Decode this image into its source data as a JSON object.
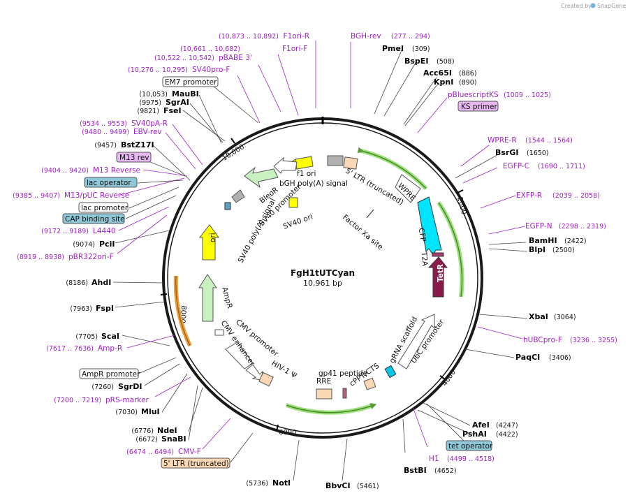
{
  "credit": {
    "prefix": "Created by",
    "brand": "SnapGene"
  },
  "plasmid": {
    "name": "FgH1tUTCyan",
    "size": "10,961 bp"
  },
  "ticks": [
    "2000",
    "4000",
    "6000",
    "8000",
    "10,000"
  ],
  "enzymes": [
    {
      "name": "PmeI",
      "pos": "(309)"
    },
    {
      "name": "BspEI",
      "pos": "(508)"
    },
    {
      "name": "Acc65I",
      "pos": "(886)"
    },
    {
      "name": "KpnI",
      "pos": "(890)"
    },
    {
      "name": "BsrGI",
      "pos": "(1650)"
    },
    {
      "name": "BamHI",
      "pos": "(2422)"
    },
    {
      "name": "BlpI",
      "pos": "(2500)"
    },
    {
      "name": "XbaI",
      "pos": "(3064)"
    },
    {
      "name": "PaqCI",
      "pos": "(3406)"
    },
    {
      "name": "AfeI",
      "pos": "(4247)"
    },
    {
      "name": "PshAI",
      "pos": "(4422)"
    },
    {
      "name": "BstBI",
      "pos": "(4652)"
    },
    {
      "name": "BbvCI",
      "pos": "(5461)"
    },
    {
      "name": "NotI",
      "pos": "(5736)"
    },
    {
      "name": "SnaBI",
      "pos": "(6672)"
    },
    {
      "name": "NdeI",
      "pos": "(6776)"
    },
    {
      "name": "MluI",
      "pos": "(7030)"
    },
    {
      "name": "SgrDI",
      "pos": "(7260)"
    },
    {
      "name": "ScaI",
      "pos": "(7705)"
    },
    {
      "name": "FspI",
      "pos": "(7963)"
    },
    {
      "name": "AhdI",
      "pos": "(8186)"
    },
    {
      "name": "PciI",
      "pos": "(9074)"
    },
    {
      "name": "BstZ17I",
      "pos": "(9457)"
    },
    {
      "name": "FseI",
      "pos": "(9821)"
    },
    {
      "name": "SgrAI",
      "pos": "(9975)"
    },
    {
      "name": "MauBI",
      "pos": "(10,053)"
    }
  ],
  "primers": [
    {
      "name": "F1ori-R",
      "pos": "(10,873 .. 10,892)"
    },
    {
      "name": "BGH-rev",
      "pos": "(277 .. 294)"
    },
    {
      "name": "F1ori-F",
      "pos": "(10,661 .. 10,682)"
    },
    {
      "name": "pBABE 3'",
      "pos": "(10,522 .. 10,542)"
    },
    {
      "name": "SV40pro-F",
      "pos": "(10,276 .. 10,295)"
    },
    {
      "name": "pBluescriptKS",
      "pos": "(1009 .. 1025)"
    },
    {
      "name": "WPRE-R",
      "pos": "(1544 .. 1564)"
    },
    {
      "name": "EGFP-C",
      "pos": "(1690 .. 1711)"
    },
    {
      "name": "EXFP-R",
      "pos": "(2039 .. 2058)"
    },
    {
      "name": "EGFP-N",
      "pos": "(2298 .. 2319)"
    },
    {
      "name": "hUBCpro-F",
      "pos": "(3236 .. 3255)"
    },
    {
      "name": "H1",
      "pos": "(4499 .. 4518)"
    },
    {
      "name": "CMV-F",
      "pos": "(6474 .. 6494)"
    },
    {
      "name": "pRS-marker",
      "pos": "(7200 .. 7219)"
    },
    {
      "name": "Amp-R",
      "pos": "(7617 .. 7636)"
    },
    {
      "name": "pBR322ori-F",
      "pos": "(8919 .. 8938)"
    },
    {
      "name": "L4440",
      "pos": "(9172 .. 9189)"
    },
    {
      "name": "M13/pUC Reverse",
      "pos": "(9385 .. 9407)"
    },
    {
      "name": "M13 Reverse",
      "pos": "(9404 .. 9420)"
    },
    {
      "name": "EBV-rev",
      "pos": "(9480 .. 9499)"
    },
    {
      "name": "SV40pA-R",
      "pos": "(9534 .. 9553)"
    }
  ],
  "boxes": {
    "em7": "EM7 promoter",
    "m13rev": "M13 rev",
    "lacop": "lac operator",
    "lacpro": "lac promoter",
    "cap": "CAP binding site",
    "ksprimer": "KS primer",
    "tetop": "tet operator",
    "ampRpro": "AmpR promoter",
    "ltr5": "5' LTR (truncated)"
  },
  "features": {
    "f1ori": "f1 ori",
    "bgh": "bGH poly(A) signal",
    "ltr5t": "5' LTR (truncated)",
    "wpre": "WPRE",
    "cfp": "CFP",
    "t2a": "T2A",
    "tetr": "TetR",
    "factorxa": "Factor Xa site",
    "sv40ori": "SV40 ori",
    "bleor": "BleoR",
    "sv40pro": "SV40 promoter",
    "sv40pa": "SV40 poly(A) signal",
    "ori": "ori",
    "ampr": "AmpR",
    "cmvenh": "CMV enhancer",
    "cmvpro": "CMV promoter",
    "hiv": "HIV-1 Ψ",
    "rre": "RRE",
    "gp41": "gp41 peptide",
    "cppt": "cPPT/CTS",
    "grna": "gRNA scaffold",
    "ubc": "UbC promoter"
  },
  "colors": {
    "primer": "#a020c8",
    "ori": "#ffff00",
    "cfp": "#00e5ff",
    "tetr": "#8b1a4a",
    "green": "#9be07a",
    "orange": "#e8a040",
    "peach": "#fad7b5",
    "gray": "#b0b0b0",
    "blueBox": "#8ec8d8",
    "purpleBox": "#e6b8f0"
  }
}
